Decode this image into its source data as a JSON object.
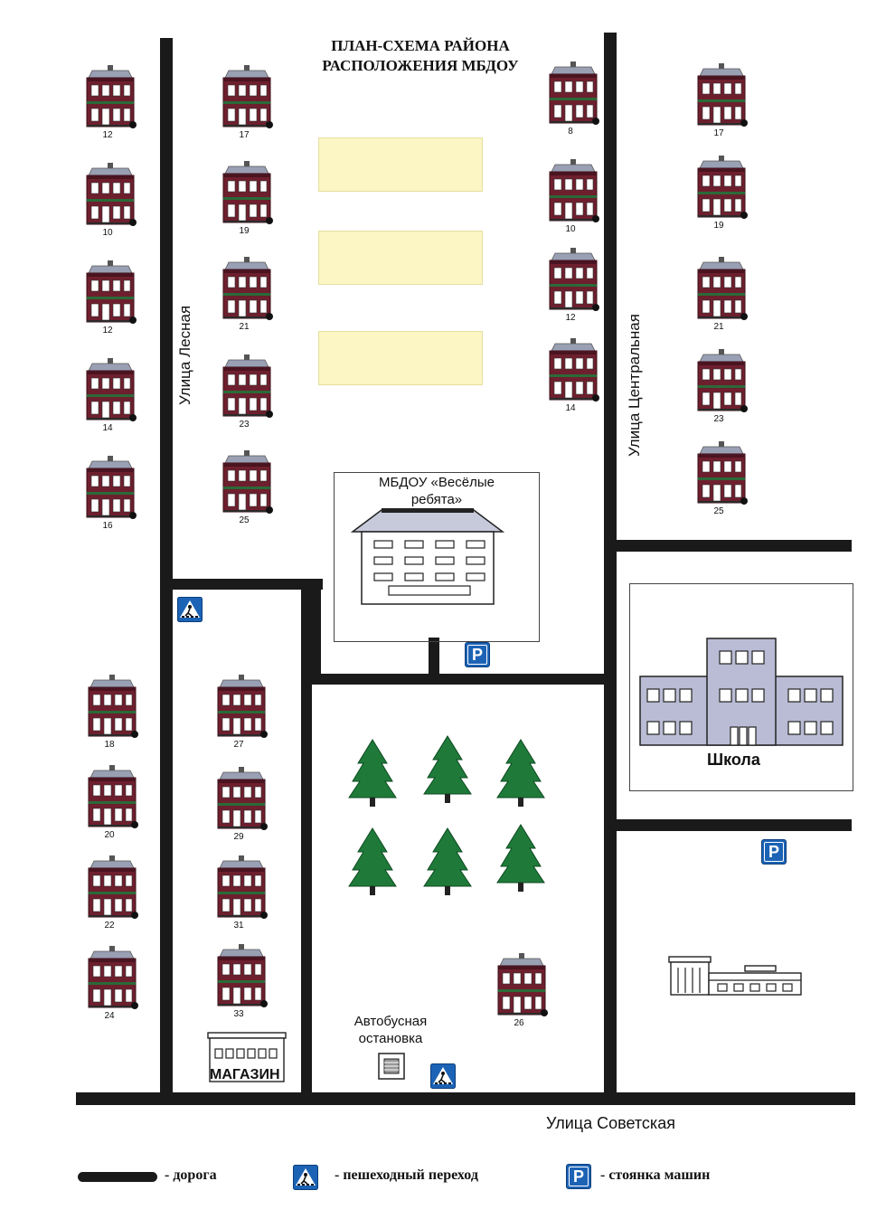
{
  "title_line1": "ПЛАН-СХЕМА РАЙОНА",
  "title_line2": "РАСПОЛОЖЕНИЯ МБДОУ",
  "streets": {
    "lesnaya": "Улица Лесная",
    "centralnaya": "Улица Центральная",
    "sovetskaya": "Улица Советская"
  },
  "houses": {
    "col1": [
      "12",
      "10",
      "12",
      "14",
      "16"
    ],
    "col2": [
      "17",
      "19",
      "21",
      "23",
      "25"
    ],
    "col3": [
      "8",
      "10",
      "12",
      "14"
    ],
    "col4": [
      "17",
      "19",
      "21",
      "23",
      "25"
    ],
    "col5": [
      "18",
      "20",
      "22",
      "24"
    ],
    "col6": [
      "27",
      "29",
      "31",
      "33"
    ],
    "extra": "26"
  },
  "kindergarten": {
    "line1": "МБДОУ «Весёлые",
    "line2": "ребята»"
  },
  "school": "Школа",
  "shop": "МАГАЗИН",
  "bus_stop": {
    "line1": "Автобусная",
    "line2": "остановка"
  },
  "parking_glyph": "P",
  "legend": {
    "road": "- дорога",
    "crossing": "- пешеходный переход",
    "parking": "- стоянка машин"
  },
  "colors": {
    "road": "#1a1a1a",
    "house_wall": "#6e1f2e",
    "roof": "#9aa0b4",
    "tree": "#1f7a3a",
    "school": "#b9bcd4",
    "sign": "#1c63b5",
    "yard": "#fbf6c4"
  }
}
